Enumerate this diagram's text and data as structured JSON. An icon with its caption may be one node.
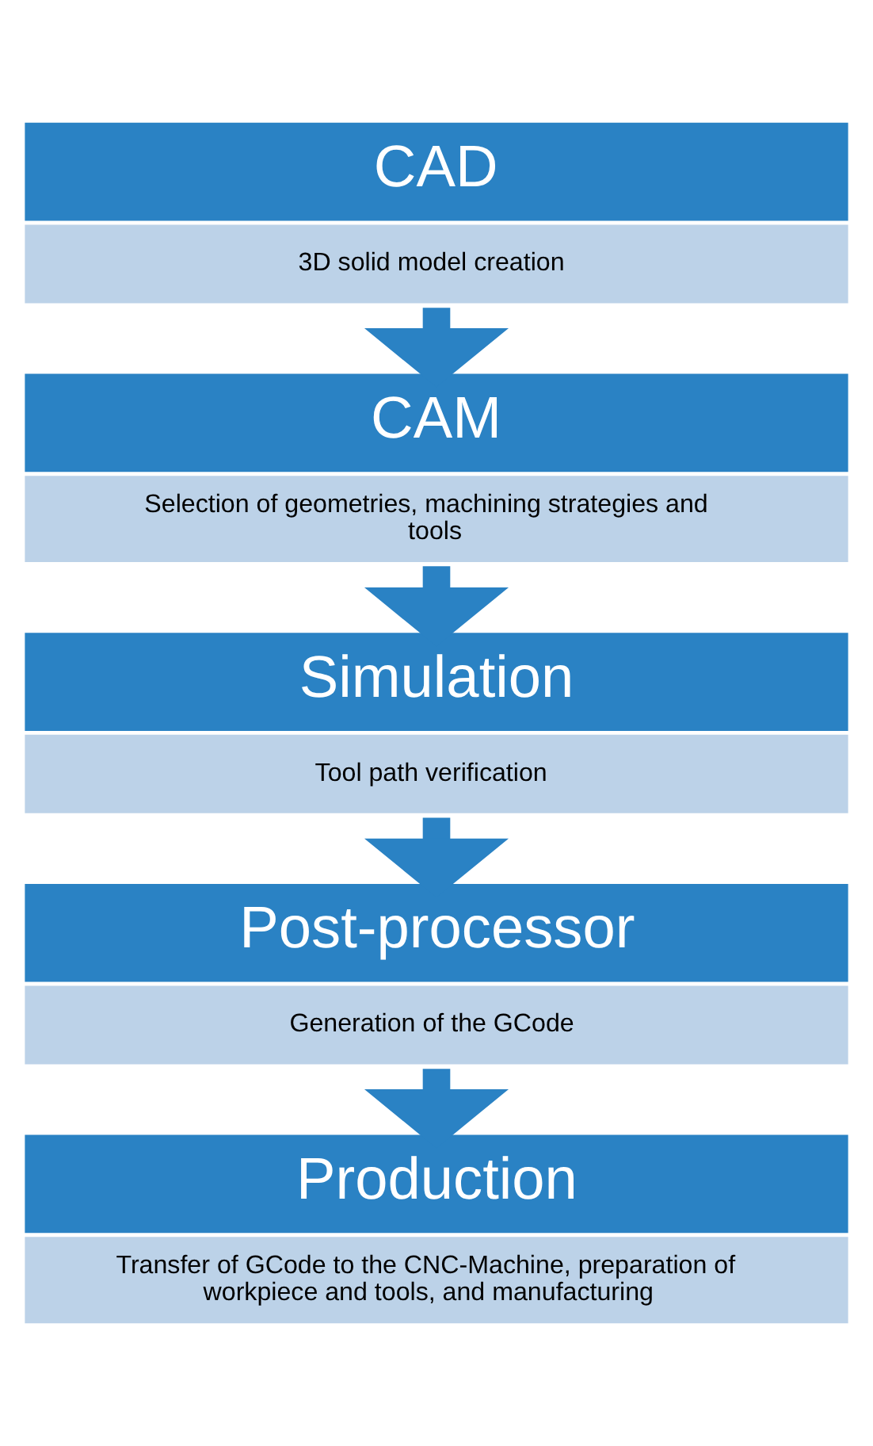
{
  "diagram": {
    "nodes": [
      {
        "text": [
          "CAD",
          "3D solid model creation"
        ]
      },
      {
        "text": [
          "CAM",
          "Selection of geometries, machining strategies and tools"
        ]
      },
      {
        "text": [
          "Simulation",
          "Tool path verification"
        ]
      },
      {
        "text": [
          "Post-processor",
          "Generation of the GCode"
        ]
      },
      {
        "text": [
          "Production",
          "Transfer of GCode to the CNC-Machine, preparation of workpiece and tools, and manufacturing"
        ]
      }
    ],
    "edges": [
      {
        "from": 0,
        "to": 1,
        "arrow": "to"
      },
      {
        "from": 1,
        "to": 2,
        "arrow": "to"
      },
      {
        "from": 2,
        "to": 3,
        "arrow": "to"
      },
      {
        "from": 3,
        "to": 4,
        "arrow": "to"
      }
    ]
  }
}
